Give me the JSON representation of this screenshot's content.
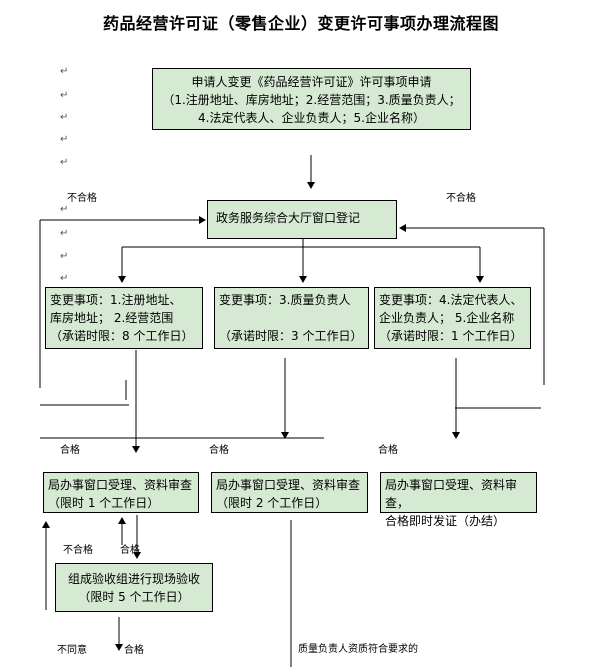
{
  "title": "药品经营许可证（零售企业）变更许可事项办理流程图",
  "apply_box": {
    "lines": [
      "申请人变更《药品经营许可证》许可事项申请",
      "（1.注册地址、库房地址；2.经营范围；3.质量负责人；",
      "4.法定代表人、企业负责人；5.企业名称）"
    ]
  },
  "register_box": {
    "text": "政务服务综合大厅窗口登记"
  },
  "change_boxes": [
    {
      "lines": [
        "变更事项：1.注册地址、",
        "库房地址；  2.经营范围",
        "（承诺时限：8 个工作日）"
      ]
    },
    {
      "lines": [
        "变更事项：3.质量负责人",
        "",
        "（承诺时限：3 个工作日）"
      ]
    },
    {
      "lines": [
        "变更事项：4.法定代表人、",
        "企业负责人；  5.企业名称",
        "（承诺时限：1 个工作日）"
      ]
    }
  ],
  "review_boxes": [
    {
      "lines": [
        "局办事窗口受理、资料审查",
        "（限时 1 个工作日）"
      ]
    },
    {
      "lines": [
        "局办事窗口受理、资料审查",
        "（限时 2 个工作日）"
      ]
    },
    {
      "lines": [
        "局办事窗口受理、资料审查，",
        "合格即时发证（办结）"
      ]
    }
  ],
  "inspection_box": {
    "lines": [
      "组成验收组进行现场验收",
      "（限时 5 个工作日）"
    ]
  },
  "labels": {
    "fail_left": "不合格",
    "fail_right": "不合格",
    "pass_1": "合格",
    "pass_2": "合格",
    "pass_3": "合格",
    "fail_bottom": "不合格",
    "pass_bottom": "合格",
    "disagree": "不同意",
    "pass_last": "合格",
    "quality_note": "质量负责人资质符合要求的"
  }
}
